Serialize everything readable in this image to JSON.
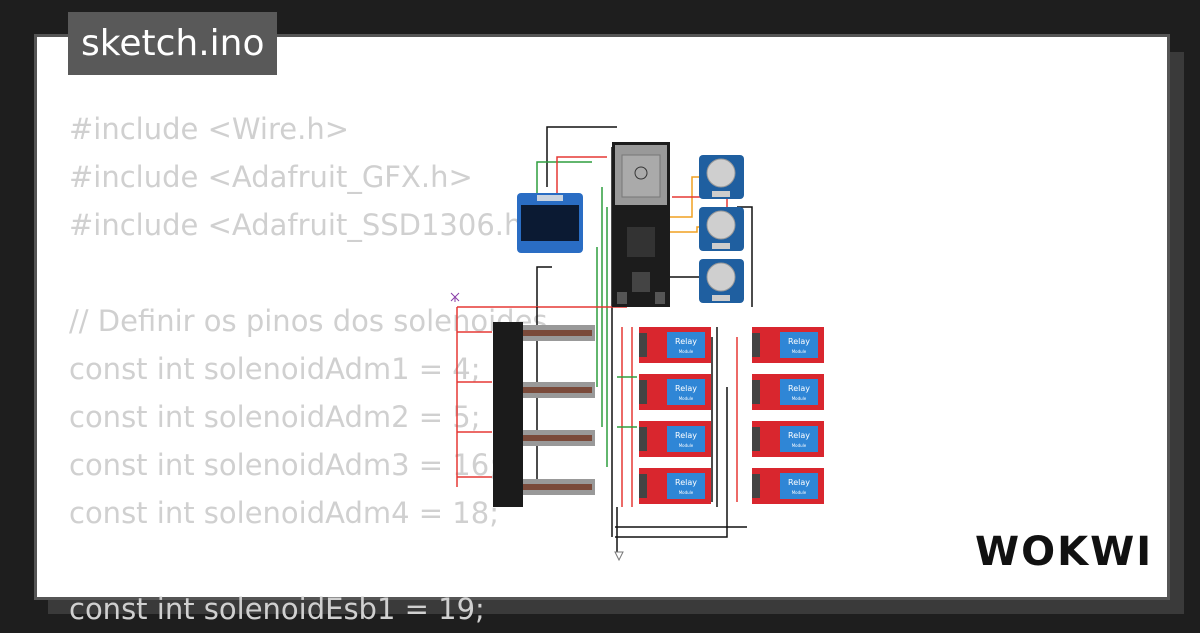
{
  "title": "sketch.ino",
  "logo": "WOKWI",
  "code_lines": [
    "#include <Wire.h>",
    "#include <Adafruit_GFX.h>",
    "#include <Adafruit_SSD1306.h>",
    "",
    "// Definir os pinos dos solenoides",
    "const int solenoidAdm1 = 4;",
    "const int solenoidAdm2 = 5;",
    "const int solenoidAdm3 = 16;",
    "const int solenoidAdm4 = 18;",
    "",
    "const int solenoidEsb1 = 19;"
  ],
  "relay": {
    "title": "Relay",
    "subtitle": "Module"
  },
  "colors": {
    "pcb_blue": "#1f5fa0",
    "relay_red": "#d9262e",
    "relay_blue": "#2f86d6",
    "wire_red": "#e53935",
    "wire_green": "#2e9e3e",
    "wire_black": "#111111",
    "wire_orange": "#f0a020"
  }
}
